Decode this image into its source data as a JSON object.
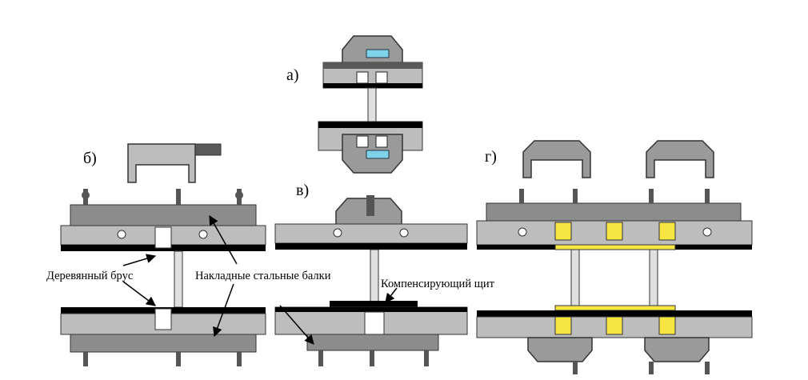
{
  "panels": {
    "a": "а)",
    "b": "б)",
    "v": "в)",
    "g": "г)"
  },
  "callouts": {
    "wooden_beam": "Деревянный брус",
    "steel_beams": "Накладные стальные балки",
    "compensating_shield": "Компенсирующий щит"
  },
  "colors": {
    "rail": "#bdbdbd",
    "rail_dark": "#595959",
    "clamp": "#9a9a9a",
    "black": "#000000",
    "yellow": "#f5e642",
    "cyan": "#7fd3e8"
  }
}
